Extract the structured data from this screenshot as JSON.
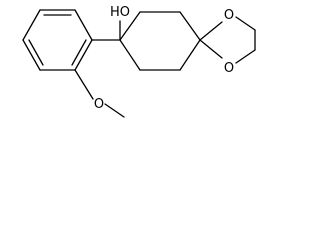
{
  "molecule": {
    "labels": {
      "hydroxyl": "HO",
      "ring_oxygen_upper": "O",
      "ring_oxygen_lower": "O",
      "methoxy_oxygen": "O"
    }
  }
}
